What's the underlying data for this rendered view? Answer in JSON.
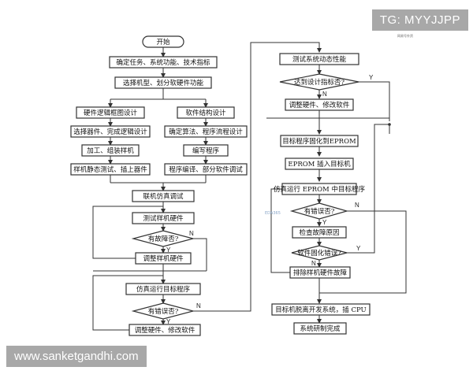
{
  "watermarks": {
    "tag": "TG: MYYJJPP",
    "site": "www.sanketgandhi.com",
    "tiny": "网易号外资",
    "mid": "EDA365"
  },
  "nodes": {
    "start": "开始",
    "task": "确定任务、系统功能、技术指标",
    "model": "选择机型、划分软硬件功能",
    "hw_design": "硬件逻辑框图设计",
    "hw_select": "选择器件、完成逻辑设计",
    "hw_build": "加工、组装样机",
    "hw_static": "样机静态测试、插上器件",
    "sw_design": "软件结构设计",
    "sw_algo": "确定算法、程序流程设计",
    "sw_code": "编写程序",
    "sw_compile": "程序编译、部分软件调试",
    "joint": "联机仿真调试",
    "test_hw": "测试样机硬件",
    "fault_q": "有故障否?",
    "adjust_hw": "调整样机硬件",
    "sim_run": "仿真运行目标程序",
    "error_q1": "有错误否?",
    "adjust_both": "调整硬件、修改软件",
    "dyn_test": "测试系统动态性能",
    "spec_q": "达到设计指标否?",
    "adjust_both2": "调整硬件、修改软件",
    "burn": "目标程序固化到EPROM",
    "insert": "EPROM 插入目标机",
    "sim_eprom": "仿真运行 EPROM 中目标程序",
    "error_q2": "有错误否?",
    "check": "检查故障原因",
    "burn_q": "软件固化错误?",
    "fix_hw": "排除样机硬件故障",
    "detach": "目标机脱离开发系统，插 CPU",
    "done": "系统研制完成"
  },
  "branch": {
    "yes": "Y",
    "no": "N"
  }
}
